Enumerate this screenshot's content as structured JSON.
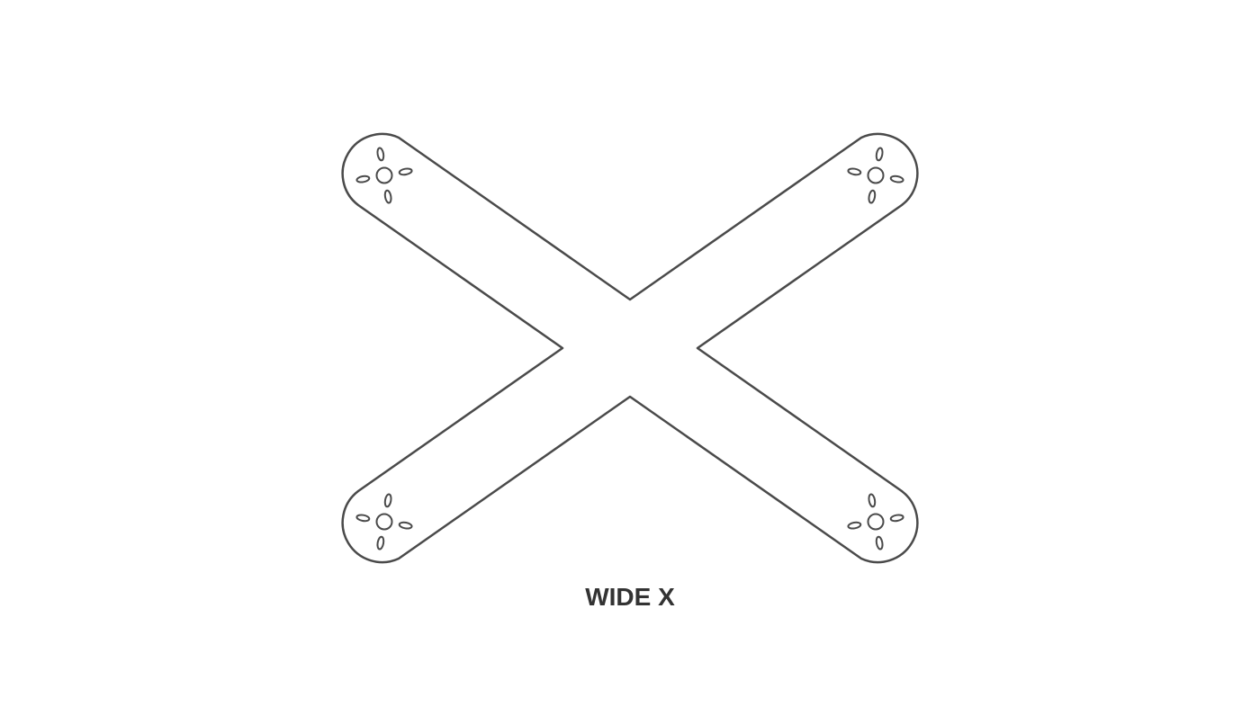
{
  "caption": {
    "text": "WIDE X"
  },
  "colors": {
    "background": "#ffffff",
    "outline": "#4a4a4a",
    "text": "#333333"
  },
  "diagram": {
    "shape": "x-base-outline",
    "arm_ends": [
      "top-left",
      "top-right",
      "bottom-left",
      "bottom-right"
    ],
    "features_per_arm_end": {
      "center_hole": "mount-hole",
      "slots": [
        "slot",
        "slot",
        "slot",
        "slot"
      ]
    }
  }
}
